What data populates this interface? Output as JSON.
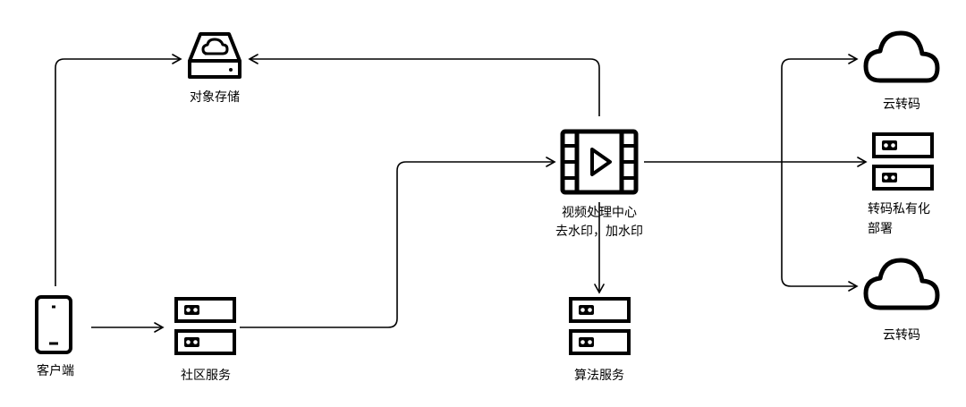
{
  "nodes": {
    "client": {
      "label": "客户端",
      "icon": "mobile-phone-icon"
    },
    "object_storage": {
      "label": "对象存储",
      "icon": "cloud-storage-drive-icon"
    },
    "community_service": {
      "label": "社区服务",
      "icon": "server-icon"
    },
    "video_center": {
      "label_line1": "视频处理中心",
      "label_line2": "去水印，加水印",
      "icon": "video-play-icon"
    },
    "algorithm_service": {
      "label": "算法服务",
      "icon": "server-icon"
    },
    "cloud_transcode_1": {
      "label": "云转码",
      "icon": "cloud-icon"
    },
    "private_transcode": {
      "label_line1": "转码私有化",
      "label_line2": "部署",
      "icon": "server-icon"
    },
    "cloud_transcode_2": {
      "label": "云转码",
      "icon": "cloud-icon"
    }
  },
  "edges": [
    {
      "from": "client",
      "to": "object_storage"
    },
    {
      "from": "client",
      "to": "community_service"
    },
    {
      "from": "community_service",
      "to": "video_center"
    },
    {
      "from": "video_center",
      "to": "object_storage"
    },
    {
      "from": "video_center",
      "to": "algorithm_service"
    },
    {
      "from": "video_center",
      "to": "cloud_transcode_1"
    },
    {
      "from": "video_center",
      "to": "private_transcode"
    },
    {
      "from": "video_center",
      "to": "cloud_transcode_2"
    }
  ],
  "colors": {
    "stroke": "#000000",
    "background": "#ffffff"
  }
}
